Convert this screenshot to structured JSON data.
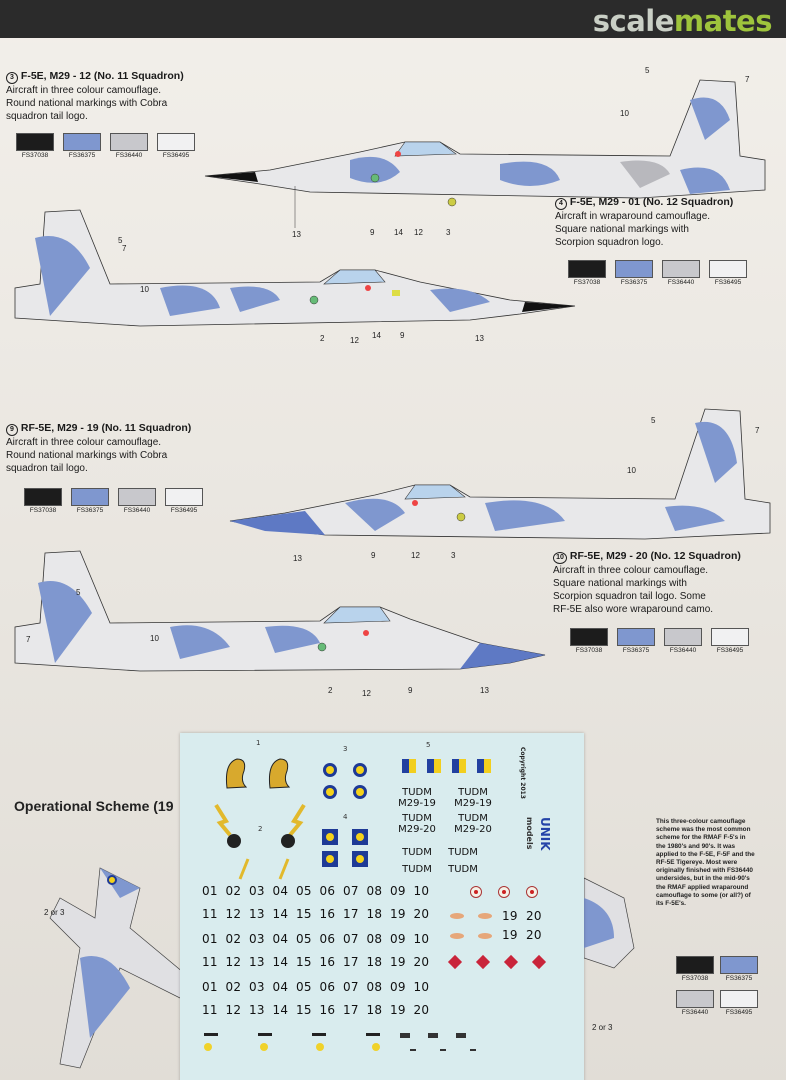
{
  "site": {
    "brand_a": "scale",
    "brand_b": "mates"
  },
  "profiles": [
    {
      "head": "F-5E, M29 - 12 (No. 11 Squadron)",
      "lines": [
        "Aircraft in three colour camouflage.",
        "Round national markings with Cobra",
        "squadron tail logo."
      ],
      "index": "3"
    },
    {
      "head": "F-5E, M29 - 01 (No. 12 Squadron)",
      "lines": [
        "Aircraft in wraparound camouflage.",
        "Square national markings with",
        "Scorpion squadron logo."
      ],
      "index": "4"
    },
    {
      "head": "RF-5E, M29 - 19 (No. 11 Squadron)",
      "lines": [
        "Aircraft in three colour camouflage.",
        "Round national markings with Cobra",
        "squadron tail logo."
      ],
      "index": "9"
    },
    {
      "head": "RF-5E, M29 - 20 (No. 12 Squadron)",
      "lines": [
        "Aircraft in three colour camouflage.",
        "Square national markings with",
        "Scorpion squadron tail logo. Some",
        "RF-5E also wore wraparound camo."
      ],
      "index": "10"
    }
  ],
  "paint_codes": [
    "FS37038",
    "FS36375",
    "FS36440",
    "FS36495"
  ],
  "paint_colors": [
    "#1c1c1c",
    "#7f97cf",
    "#c8c8cc",
    "#f1f1f2"
  ],
  "callouts": {
    "p1": [
      "5",
      "7",
      "10",
      "13",
      "9",
      "14",
      "12",
      "3"
    ],
    "p2": [
      "7",
      "5",
      "10",
      "2",
      "12",
      "14",
      "9",
      "13"
    ],
    "p3": [
      "5",
      "7",
      "10",
      "13",
      "9",
      "12",
      "3"
    ],
    "p4": [
      "5",
      "7",
      "10",
      "2",
      "12",
      "9",
      "13"
    ]
  },
  "operational": {
    "title": "Operational Scheme (19",
    "description": "This three-colour camouflage scheme was the most common scheme for the RMAF F-5's in the 1980's and 90's. It was applied to the F-5E, F-5F and the RF-5E Tigereye. Most were originally finished with FS36440 undersides, but in the mid-90's the RMAF applied wraparound camouflage to some (or all?) of its F-5E's.",
    "callout_left": "2 or 3",
    "callout_right": "2 or 3"
  },
  "decal_sheet": {
    "copyright": "Copyright 2013",
    "brand": "UNIK",
    "brand_sub": "models",
    "labels": [
      "1",
      "2",
      "3",
      "4",
      "5"
    ],
    "tudm_rows": [
      [
        "TUDM",
        "TUDM"
      ],
      [
        "M29-19",
        "M29-19"
      ],
      [
        "TUDM",
        "TUDM"
      ],
      [
        "M29-20",
        "M29-20"
      ],
      [
        "TUDM",
        "TUDM"
      ],
      [
        "TUDM",
        "TUDM"
      ]
    ],
    "num_rows": [
      [
        "01",
        "02",
        "03",
        "04",
        "05",
        "06",
        "07",
        "08",
        "09",
        "10"
      ],
      [
        "11",
        "12",
        "13",
        "14",
        "15",
        "16",
        "17",
        "18",
        "19",
        "20"
      ],
      [
        "01",
        "02",
        "03",
        "04",
        "05",
        "06",
        "07",
        "08",
        "09",
        "10"
      ],
      [
        "11",
        "12",
        "13",
        "14",
        "15",
        "16",
        "17",
        "18",
        "19",
        "20"
      ],
      [
        "01",
        "02",
        "03",
        "04",
        "05",
        "06",
        "07",
        "08",
        "09",
        "10"
      ],
      [
        "11",
        "12",
        "13",
        "14",
        "15",
        "16",
        "17",
        "18",
        "19",
        "20"
      ]
    ],
    "side_nums": [
      "19",
      "20",
      "19",
      "20"
    ]
  }
}
